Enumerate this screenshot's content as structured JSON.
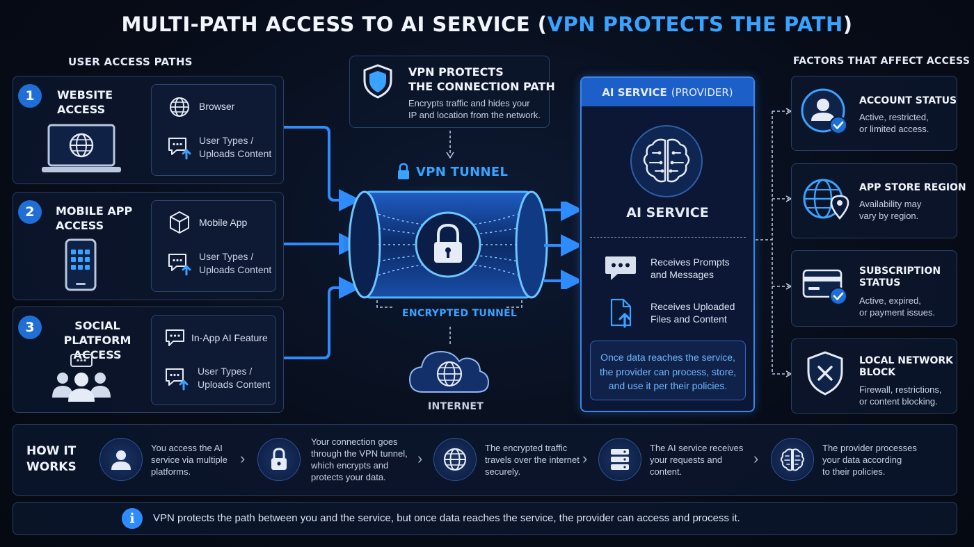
{
  "header": {
    "title_main": "MULTI-PATH ACCESS TO AI SERVICE (",
    "title_highlight": "VPN PROTECTS THE PATH",
    "title_end": ")"
  },
  "user_paths": {
    "heading": "USER ACCESS PATHS",
    "items": [
      {
        "number": "1",
        "title_line1": "WEBSITE",
        "title_line2": "ACCESS",
        "channel": "Browser",
        "action_line1": "User Types /",
        "action_line2": "Uploads Content"
      },
      {
        "number": "2",
        "title_line1": "MOBILE APP",
        "title_line2": "ACCESS",
        "channel": "Mobile App",
        "action_line1": "User Types /",
        "action_line2": "Uploads Content"
      },
      {
        "number": "3",
        "title_line1": "SOCIAL PLATFORM",
        "title_line2": "ACCESS",
        "channel": "In-App AI Feature",
        "action_line1": "User Types /",
        "action_line2": "Uploads Content"
      }
    ]
  },
  "vpn_callout": {
    "title_line1": "VPN PROTECTS",
    "title_line2": "THE CONNECTION PATH",
    "desc_line1": "Encrypts traffic and hides your",
    "desc_line2": "IP and location from the network."
  },
  "tunnel": {
    "label": "VPN TUNNEL",
    "caption": "ENCRYPTED TUNNEL",
    "internet": "INTERNET"
  },
  "ai_service": {
    "header_main": "AI SERVICE",
    "header_sub": "(PROVIDER)",
    "name": "AI SERVICE",
    "receives": [
      {
        "line1": "Receives Prompts",
        "line2": "and Messages"
      },
      {
        "line1": "Receives Uploaded",
        "line2": "Files and Content"
      }
    ],
    "note_line1": "Once data reaches the service,",
    "note_line2": "the provider can process, store,",
    "note_line3": "and use it per their policies."
  },
  "factors": {
    "heading": "FACTORS THAT AFFECT ACCESS",
    "items": [
      {
        "title_line1": "ACCOUNT STATUS",
        "title_line2": "",
        "desc_line1": "Active, restricted,",
        "desc_line2": "or limited access."
      },
      {
        "title_line1": "APP STORE REGION",
        "title_line2": "",
        "desc_line1": "Availability may",
        "desc_line2": "vary by region."
      },
      {
        "title_line1": "SUBSCRIPTION",
        "title_line2": "STATUS",
        "desc_line1": "Active, expired,",
        "desc_line2": "or payment issues."
      },
      {
        "title_line1": "LOCAL NETWORK",
        "title_line2": "BLOCK",
        "desc_line1": "Firewall, restrictions,",
        "desc_line2": "or content blocking."
      }
    ]
  },
  "how_it_works": {
    "heading_line1": "HOW IT",
    "heading_line2": "WORKS",
    "steps": [
      {
        "line1": "You access the AI",
        "line2": "service via multiple",
        "line3": "platforms.",
        "line4": ""
      },
      {
        "line1": "Your connection goes",
        "line2": "through the VPN tunnel,",
        "line3": "which encrypts and",
        "line4": "protects your data."
      },
      {
        "line1": "The encrypted traffic",
        "line2": "travels over the internet",
        "line3": "securely.",
        "line4": ""
      },
      {
        "line1": "The AI service receives",
        "line2": "your requests and",
        "line3": "content.",
        "line4": ""
      },
      {
        "line1": "The provider processes",
        "line2": "your data according",
        "line3": "to their policies.",
        "line4": ""
      }
    ],
    "chevron": "›"
  },
  "footer": {
    "info_glyph": "i",
    "note": "VPN protects the path between you and the service, but once data reaches the service, the provider can access and process it."
  },
  "colors": {
    "accent": "#3aa3ff",
    "badge": "#1f6fd6",
    "panel_border": "#2a3f66"
  }
}
